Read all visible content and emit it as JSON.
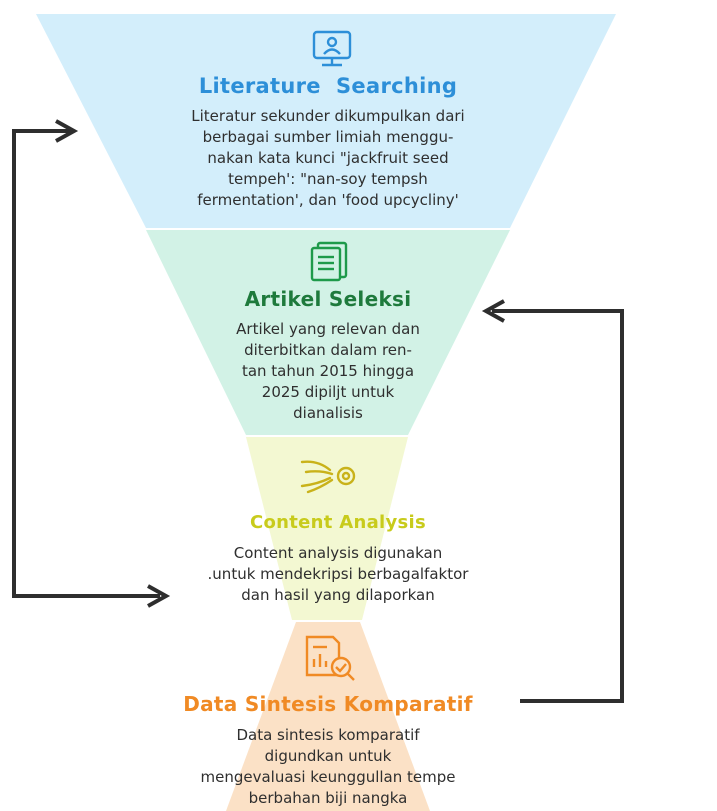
{
  "colors": {
    "stage1_fill": "#d3eefb",
    "stage2_fill": "#d2f2e6",
    "stage3_fill": "#f3f8d2",
    "stage4_fill": "#fbe1c6",
    "stage1_title": "#2d8fd8",
    "stage2_title": "#1e7a3c",
    "stage3_title": "#c8cb1c",
    "stage4_title": "#f08a24",
    "arrow": "#2e2e2e"
  },
  "stages": [
    {
      "icon": "monitor-icon",
      "title": "Literature  Searching",
      "description": "Literatur sekunder dikumpulkan dari berbagai sumber limiah menggu-nakan kata kunci \"jackfruit  seed tempeh': \"nan-soy tempsh fermentation', dan 'food upcycliny'",
      "lines": [
        "Literatur sekunder dikumpulkan dari",
        "berbagai sumber limiah menggu-",
        "nakan kata kunci \"jackfruit  seed",
        "tempeh': \"nan-soy tempsh",
        "fermentation', dan 'food upcycliny'"
      ]
    },
    {
      "icon": "document-icon",
      "title": "Artikel Seleksi",
      "lines": [
        "Artikel yang relevan dan",
        "diterbitkan dalam ren-",
        "tan tahun 2015 hingga",
        "2025 dipiljt untuk",
        "dianalisis"
      ]
    },
    {
      "icon": "analysis-icon",
      "title": "Content Analysis",
      "lines": [
        "Content analysis digunakan",
        ".untuk mendekripsi berbagalfaktor",
        "dan hasil yang dilaporkan"
      ]
    },
    {
      "icon": "report-chart-icon",
      "title": "Data Sintesis Komparatif",
      "lines": [
        "Data sintesis komparatif",
        "digundkan untuk",
        "mengevaluasi keunggullan tempe",
        "berbahan biji nangka"
      ]
    }
  ]
}
